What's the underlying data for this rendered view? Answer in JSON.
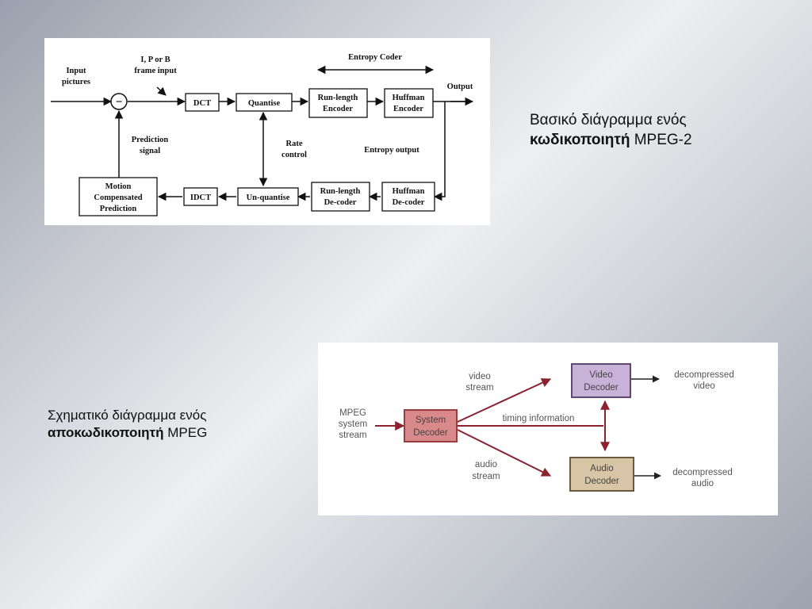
{
  "encoder_diagram": {
    "input_label": [
      "Input",
      "pictures"
    ],
    "frame_label": [
      "I, P or B",
      "frame input"
    ],
    "entropy_coder_label": "Entropy Coder",
    "output_label": "Output",
    "prediction_label": [
      "Prediction",
      "signal"
    ],
    "rate_control_label": [
      "Rate",
      "control"
    ],
    "entropy_output_label": "Entropy output",
    "subtract_symbol": "−",
    "boxes": {
      "dct": [
        "DCT"
      ],
      "quantise": [
        "Quantise"
      ],
      "rl_encoder": [
        "Run-length",
        "Encoder"
      ],
      "huff_encoder": [
        "Huffman",
        "Encoder"
      ],
      "mcp": [
        "Motion",
        "Compensated",
        "Prediction"
      ],
      "idct": [
        "IDCT"
      ],
      "unquantise": [
        "Un-quantise"
      ],
      "rl_decoder": [
        "Run-length",
        "De-coder"
      ],
      "huff_decoder": [
        "Huffman",
        "De-coder"
      ]
    }
  },
  "decoder_diagram": {
    "input_label": [
      "MPEG",
      "system",
      "stream"
    ],
    "system_decoder": [
      "System",
      "Decoder"
    ],
    "video_decoder": [
      "Video",
      "Decoder"
    ],
    "audio_decoder": [
      "Audio",
      "Decoder"
    ],
    "video_stream_label": [
      "video",
      "stream"
    ],
    "audio_stream_label": [
      "audio",
      "stream"
    ],
    "timing_label": "timing information",
    "decompressed_video_label": [
      "decompressed",
      "video"
    ],
    "decompressed_audio_label": [
      "decompressed",
      "audio"
    ],
    "colors": {
      "arrow": "#8a2230",
      "system_fill": "#d9898a",
      "system_border": "#9a3c3e",
      "video_fill": "#c9b2d8",
      "video_border": "#5b4a6b",
      "audio_fill": "#d8c5a6",
      "audio_border": "#6b5a3e",
      "text": "#555555"
    }
  },
  "captions": {
    "encoder": {
      "line1": "Βασικό διάγραμμα ενός",
      "bold": "κωδικοποιητή",
      "rest": " MPEG-2"
    },
    "decoder": {
      "line1": "Σχηματικό διάγραμμα ενός",
      "bold": "αποκωδικοποιητή",
      "rest": " MPEG"
    }
  }
}
